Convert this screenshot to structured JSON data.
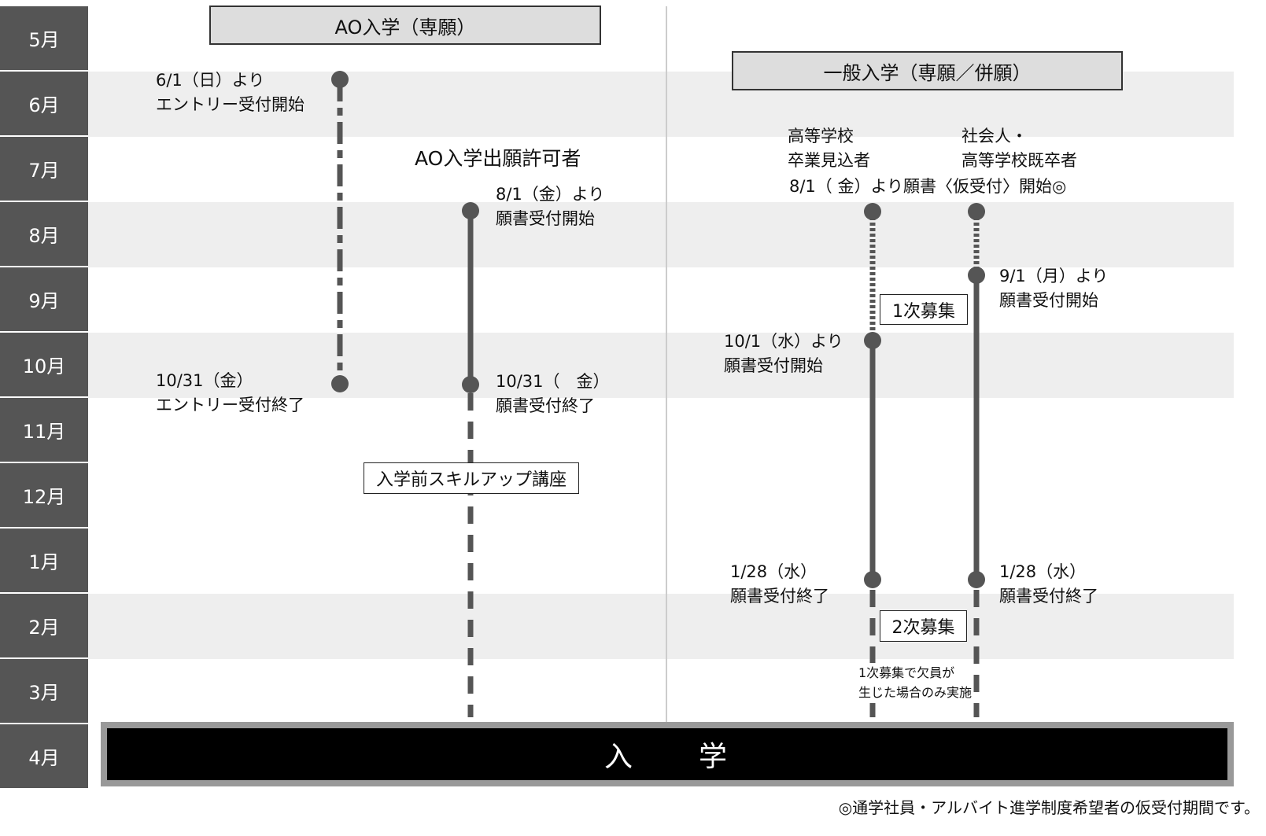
{
  "months": [
    "5月",
    "6月",
    "7月",
    "8月",
    "9月",
    "10月",
    "11月",
    "12月",
    "1月",
    "2月",
    "3月",
    "4月"
  ],
  "ao": {
    "header": "AO入学（専願）",
    "entry_start": [
      "6/1（日）より",
      "エントリー受付開始"
    ],
    "entry_end": [
      "10/31（金）",
      "エントリー受付終了"
    ],
    "permitted": "AO入学出願許可者",
    "app_start": [
      "8/1（金）より",
      "願書受付開始"
    ],
    "app_end": [
      "10/31（　金）",
      "願書受付終了"
    ],
    "skillup": "入学前スキルアップ講座"
  },
  "general": {
    "header": "一般入学（専願／併願）",
    "grad_expected": [
      "高等学校",
      "卒業見込者"
    ],
    "adults": [
      "社会人・",
      "高等学校既卒者"
    ],
    "provisional": "8/1（ 金）より願書〈仮受付〉開始◎",
    "adult_start": [
      "9/1（月）より",
      "願書受付開始"
    ],
    "grad_start": [
      "10/1（水）より",
      "願書受付開始"
    ],
    "first_round": "1次募集",
    "grad_end": [
      "1/28（水）",
      "願書受付終了"
    ],
    "adult_end": [
      "1/28（水）",
      "願書受付終了"
    ],
    "second_round": "2次募集",
    "second_note": [
      "1次募集で欠員が",
      "生じた場合のみ実施"
    ]
  },
  "entrance": "入　　学",
  "footnote": "◎通学社員・アルバイト進学制度希望者の仮受付期間です。",
  "colors": {
    "month_bg": "#555555",
    "band": "#eeeeee",
    "line": "#555555",
    "entrance": "#000000"
  }
}
